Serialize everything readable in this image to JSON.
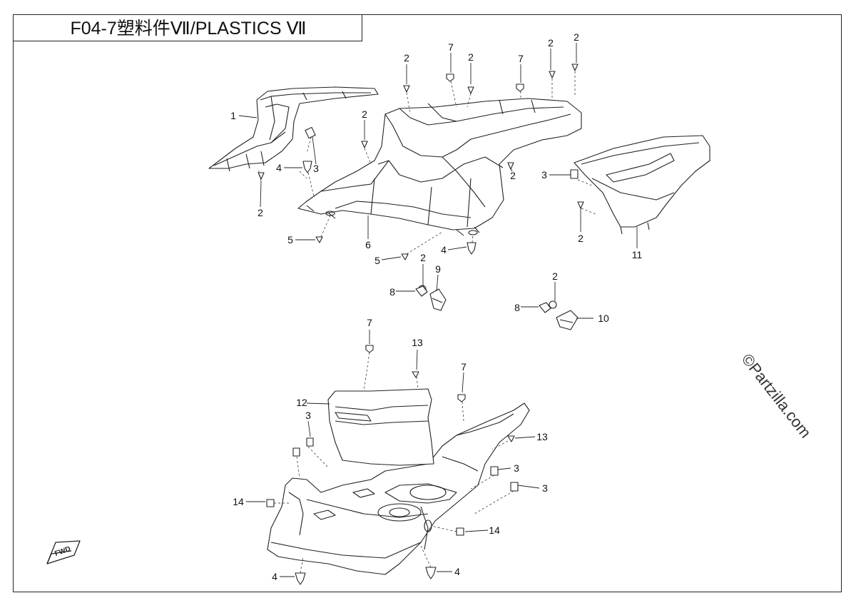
{
  "title": "F04-7塑料件Ⅶ/PLASTICS Ⅶ",
  "watermark": "©Partzilla.com",
  "fwd_label": "FWD",
  "callouts": [
    {
      "id": "c1",
      "label": "1"
    },
    {
      "id": "c2a",
      "label": "2"
    },
    {
      "id": "c2b",
      "label": "2"
    },
    {
      "id": "c2c",
      "label": "2"
    },
    {
      "id": "c2d",
      "label": "2"
    },
    {
      "id": "c2e",
      "label": "2"
    },
    {
      "id": "c2f",
      "label": "2"
    },
    {
      "id": "c2g",
      "label": "2"
    },
    {
      "id": "c2h",
      "label": "2"
    },
    {
      "id": "c2i",
      "label": "2"
    },
    {
      "id": "c2j",
      "label": "2"
    },
    {
      "id": "c2k",
      "label": "2"
    },
    {
      "id": "c3a",
      "label": "3"
    },
    {
      "id": "c3b",
      "label": "3"
    },
    {
      "id": "c3c",
      "label": "3"
    },
    {
      "id": "c3d",
      "label": "3"
    },
    {
      "id": "c3e",
      "label": "3"
    },
    {
      "id": "c4a",
      "label": "4"
    },
    {
      "id": "c4b",
      "label": "4"
    },
    {
      "id": "c4c",
      "label": "4"
    },
    {
      "id": "c4d",
      "label": "4"
    },
    {
      "id": "c5a",
      "label": "5"
    },
    {
      "id": "c5b",
      "label": "5"
    },
    {
      "id": "c6",
      "label": "6"
    },
    {
      "id": "c7a",
      "label": "7"
    },
    {
      "id": "c7b",
      "label": "7"
    },
    {
      "id": "c7c",
      "label": "7"
    },
    {
      "id": "c7d",
      "label": "7"
    },
    {
      "id": "c8a",
      "label": "8"
    },
    {
      "id": "c8b",
      "label": "8"
    },
    {
      "id": "c9",
      "label": "9"
    },
    {
      "id": "c10",
      "label": "10"
    },
    {
      "id": "c11",
      "label": "11"
    },
    {
      "id": "c12",
      "label": "12"
    },
    {
      "id": "c13a",
      "label": "13"
    },
    {
      "id": "c13b",
      "label": "13"
    },
    {
      "id": "c14a",
      "label": "14"
    },
    {
      "id": "c14b",
      "label": "14"
    }
  ]
}
